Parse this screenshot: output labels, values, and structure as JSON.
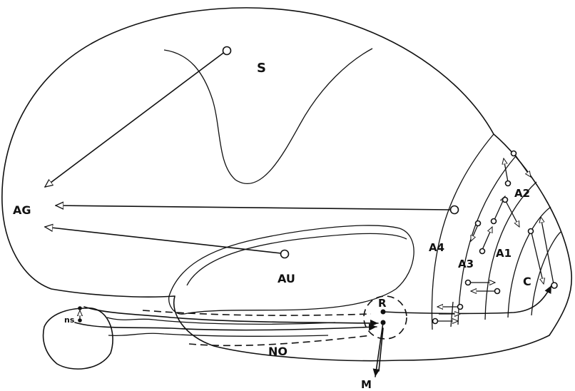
{
  "labels": {
    "S": "S",
    "AG": "AG",
    "AU": "AU",
    "A1": "A1",
    "A2": "A2",
    "A3": "A3",
    "A4": "A4",
    "C": "C",
    "R": "R",
    "NO": "NO",
    "M": "M",
    "ns": "ns"
  },
  "colors": {
    "ink": "#111111",
    "background": "#ffffff"
  }
}
